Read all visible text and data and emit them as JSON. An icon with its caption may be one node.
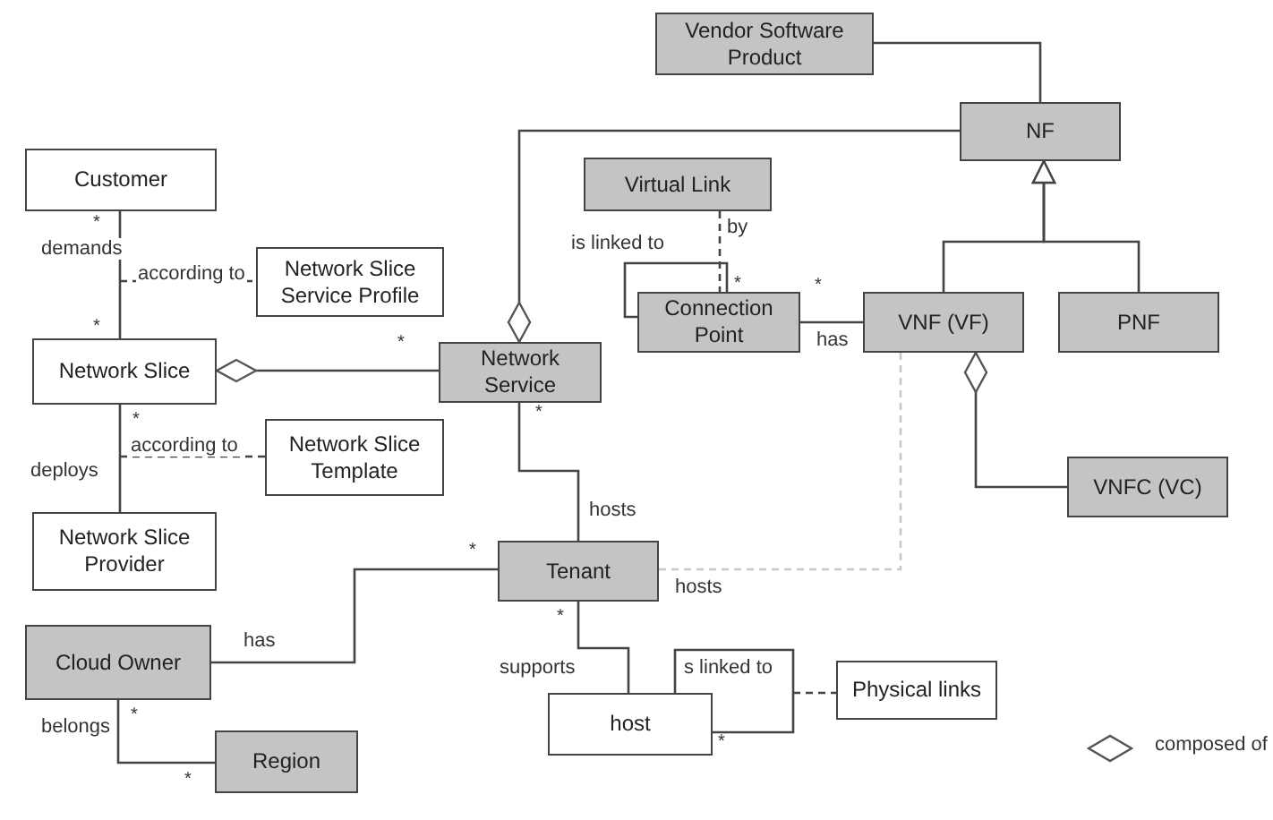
{
  "diagram": {
    "nodes": [
      {
        "text": [
          "Customer"
        ],
        "beside": [
          "*"
        ]
      },
      {
        "text": [
          "Network Slice Service Profile"
        ]
      },
      {
        "text": [
          "Network Slice"
        ],
        "beside": [
          "*",
          "*"
        ]
      },
      {
        "text": [
          "Network Service"
        ],
        "beside": [
          "*"
        ]
      },
      {
        "text": [
          "Network Slice Template"
        ]
      },
      {
        "text": [
          "Network Slice Provider"
        ]
      },
      {
        "text": [
          "Vendor Software Product"
        ]
      },
      {
        "text": [
          "NF"
        ]
      },
      {
        "text": [
          "Virtual Link"
        ]
      },
      {
        "text": [
          "Connection Point"
        ],
        "beside": [
          "*"
        ]
      },
      {
        "text": [
          "VNF (VF)"
        ]
      },
      {
        "text": [
          "PNF"
        ]
      },
      {
        "text": [
          "VNFC (VC)"
        ]
      },
      {
        "text": [
          "Tenant"
        ],
        "beside": [
          "*",
          "*"
        ]
      },
      {
        "text": [
          "Cloud Owner"
        ],
        "beside": [
          "*"
        ]
      },
      {
        "text": [
          "host"
        ],
        "beside": [
          "*"
        ]
      },
      {
        "text": [
          "Physical links"
        ]
      },
      {
        "text": [
          "Region"
        ],
        "beside": [
          "*"
        ]
      }
    ],
    "edges": [
      {
        "from": 0,
        "to": 2,
        "arrow": "none",
        "label": "demands"
      },
      {
        "from": null,
        "to": 1,
        "arrow": "none",
        "label": "according to",
        "style": "dashed"
      },
      {
        "from": 2,
        "to": 3,
        "arrow": "other"
      },
      {
        "from": 3,
        "to": 7,
        "arrow": "other"
      },
      {
        "from": 2,
        "to": 5,
        "arrow": "none",
        "label": "deploys"
      },
      {
        "from": null,
        "to": 4,
        "arrow": "none",
        "label": "according to",
        "style": "dashed"
      },
      {
        "from": 6,
        "to": 7,
        "arrow": "none"
      },
      {
        "from": 10,
        "to": 7,
        "arrow": "to"
      },
      {
        "from": 11,
        "to": 7,
        "arrow": "to"
      },
      {
        "from": 8,
        "to": 9,
        "arrow": "none",
        "label": "by",
        "style": "dashed"
      },
      {
        "from": 9,
        "to": 9,
        "arrow": "none",
        "label": "is linked to"
      },
      {
        "from": 9,
        "to": 10,
        "arrow": "none",
        "label": "has"
      },
      {
        "from": 10,
        "to": 12,
        "arrow": "other"
      },
      {
        "from": 3,
        "to": 13,
        "arrow": "none",
        "label": "hosts"
      },
      {
        "from": 13,
        "to": 10,
        "arrow": "none",
        "label": "hosts",
        "style": "dashed",
        "color": "#c8c8c8"
      },
      {
        "from": 14,
        "to": 13,
        "arrow": "none",
        "label": "has"
      },
      {
        "from": 14,
        "to": 17,
        "arrow": "none",
        "label": "belongs"
      },
      {
        "from": 13,
        "to": 15,
        "arrow": "none",
        "label": "supports"
      },
      {
        "from": 15,
        "to": 15,
        "arrow": "none",
        "label": "s linked to"
      },
      {
        "from": null,
        "to": 16,
        "arrow": "none",
        "style": "dashed"
      }
    ],
    "labels": [
      "*",
      "*"
    ],
    "legend": [
      {
        "text": "composed of"
      }
    ]
  }
}
